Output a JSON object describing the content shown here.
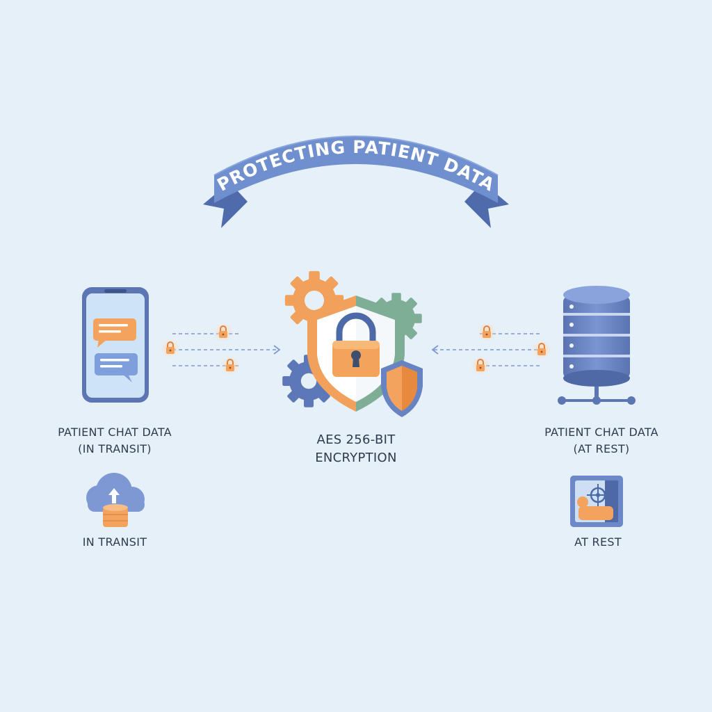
{
  "banner": {
    "title": "PROTECTING PATIENT DATA"
  },
  "left": {
    "line1": "PATIENT CHAT DATA",
    "line2": "(IN TRANSIT)",
    "sub_label": "IN TRANSIT"
  },
  "center": {
    "line1": "AES 256-BIT",
    "line2": "ENCRYPTION"
  },
  "right": {
    "line1": "PATIENT CHAT DATA",
    "line2": "(AT REST)",
    "sub_label": "AT REST"
  },
  "icons": {
    "phone": "smartphone-chat-icon",
    "shield": "shield-lock-icon",
    "server": "database-server-icon",
    "cloud": "cloud-upload-icon",
    "vault": "vault-icon",
    "lock": "padlock-icon",
    "gear": "gear-icon"
  },
  "colors": {
    "background": "#e6f0f8",
    "blue": "#6f8fcf",
    "dark_blue": "#4d6aa8",
    "orange": "#f1a15c",
    "green": "#7fae96",
    "text": "#2e3b4e"
  }
}
